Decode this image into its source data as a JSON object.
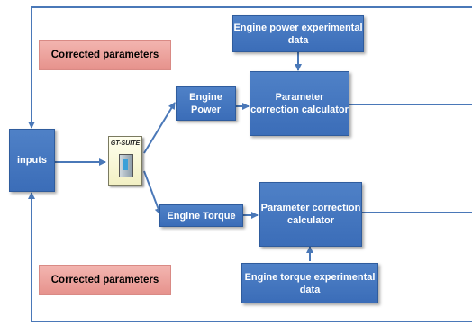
{
  "boxes": {
    "inputs": "inputs",
    "engine_power": "Engine Power",
    "engine_torque": "Engine Torque",
    "calc_top": "Parameter correction calculator",
    "calc_bottom": "Parameter correction calculator",
    "power_data": "Engine power experimental data",
    "torque_data": "Engine torque experimental data"
  },
  "labels": {
    "corrected_top": "Corrected parameters",
    "corrected_bottom": "Corrected parameters",
    "gt_suite": "GT-SUITE"
  },
  "colors": {
    "box_blue": "#4f81c7",
    "line_blue": "#4a78b8",
    "pink": "#e6928c",
    "gt_icon": "#f2f0c4"
  },
  "icons": [
    "gt-suite-switch-icon"
  ]
}
